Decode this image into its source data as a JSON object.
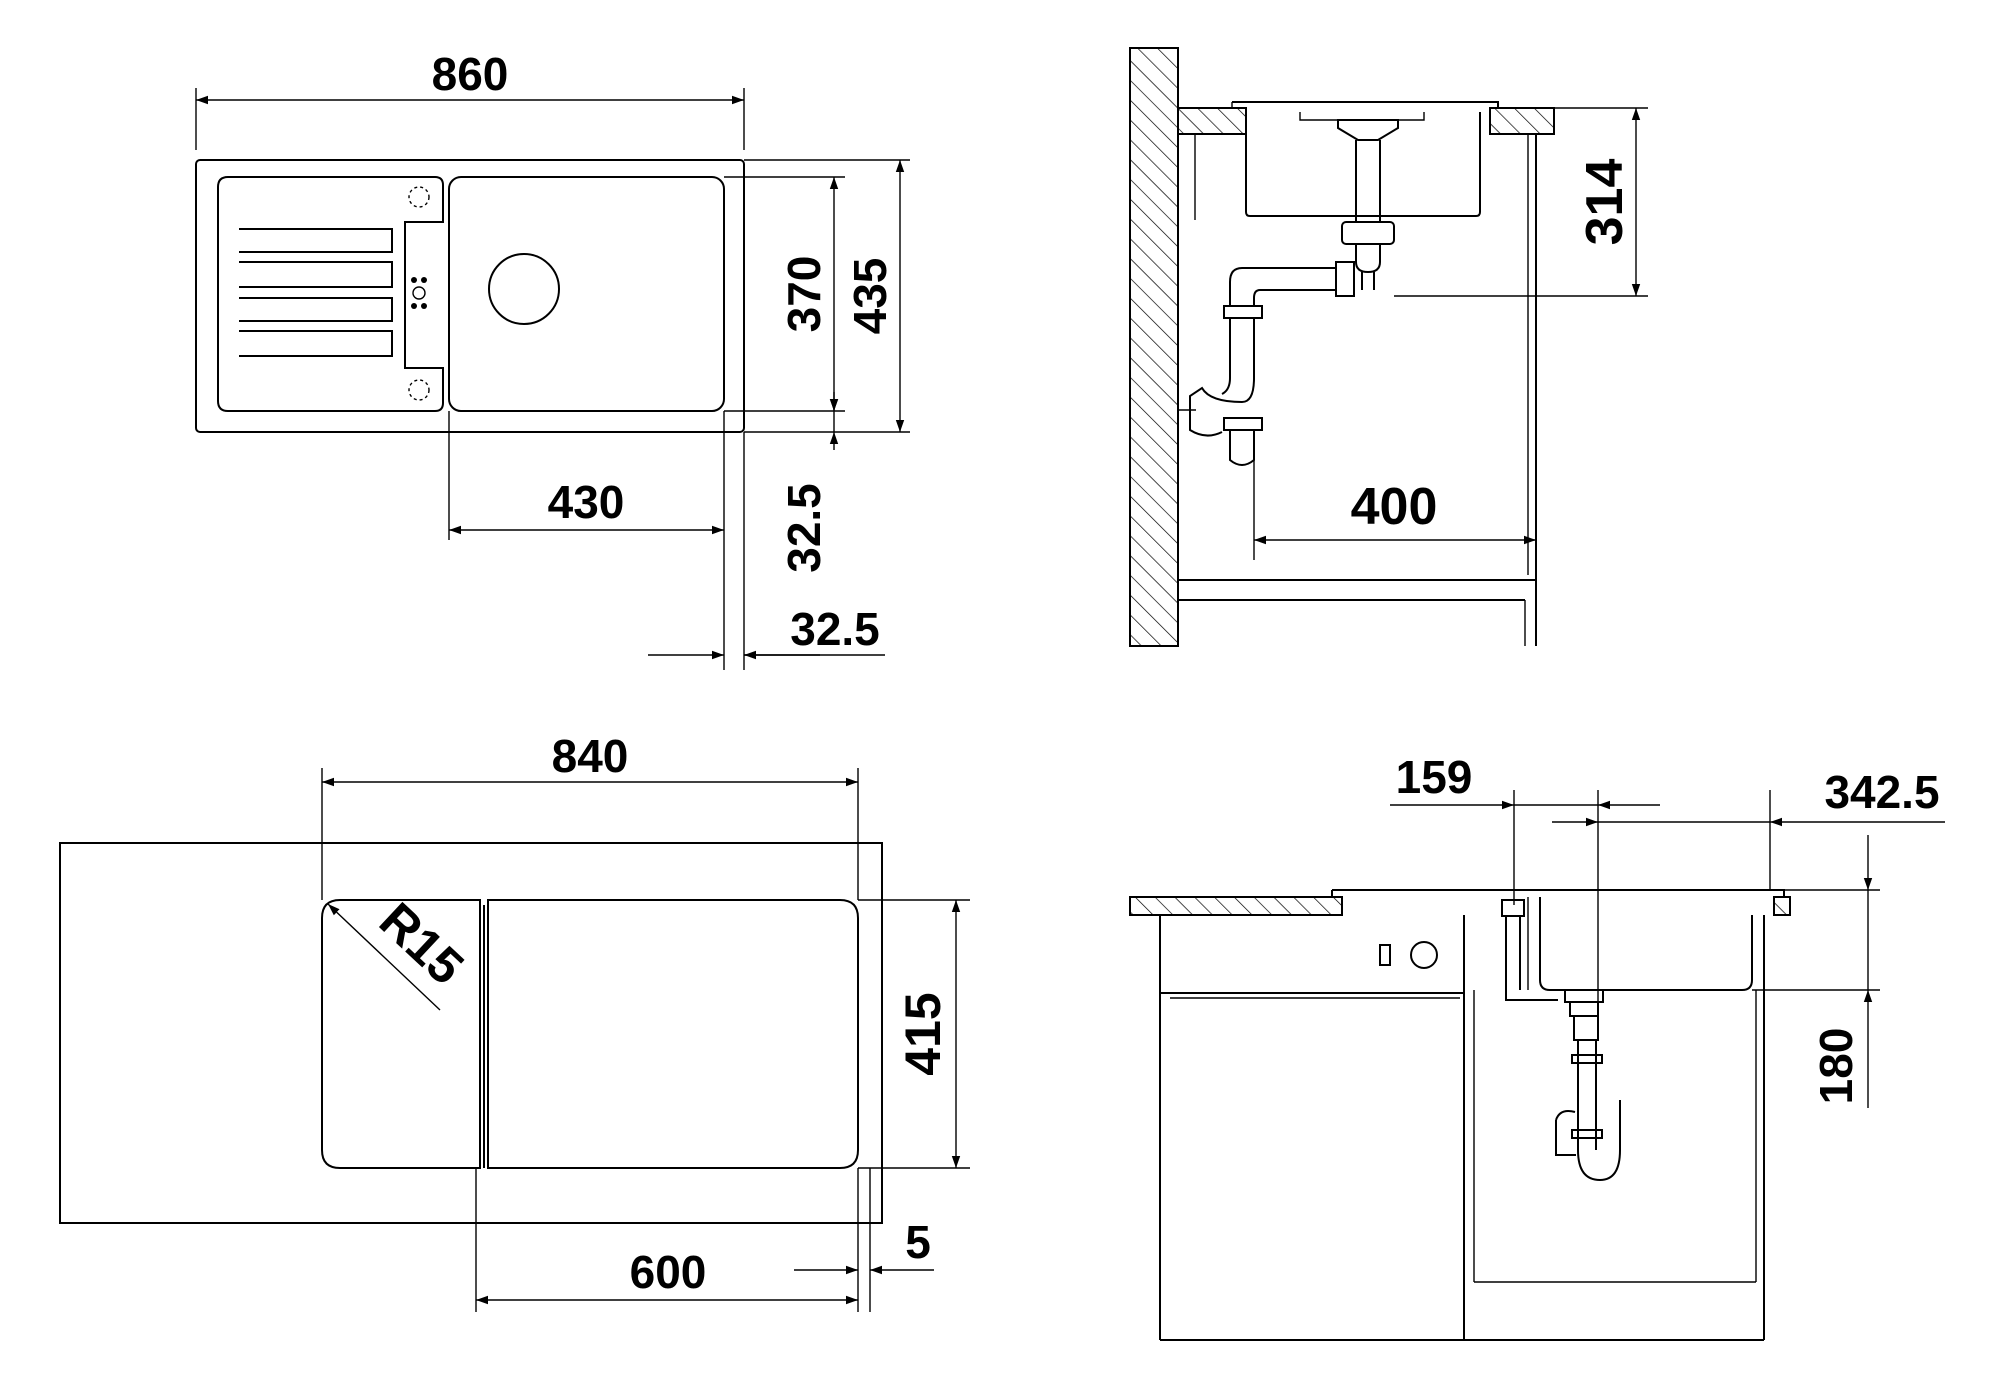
{
  "top_view": {
    "overall_width": "860",
    "bowl_depth": "370",
    "overall_depth": "435",
    "bowl_width": "430",
    "edge_front": "32.5",
    "edge_side": "32.5"
  },
  "side_view": {
    "depth": "314",
    "drain_distance": "400"
  },
  "cutout_view": {
    "cutout_width": "840",
    "corner_radius": "R15",
    "cutout_depth": "415",
    "bowl_offset": "600",
    "margin": "5"
  },
  "front_view": {
    "drain_offset": "159",
    "centre_offset": "342.5",
    "bowl_height": "180"
  },
  "colors": {
    "line": "#000000",
    "background": "#ffffff"
  }
}
